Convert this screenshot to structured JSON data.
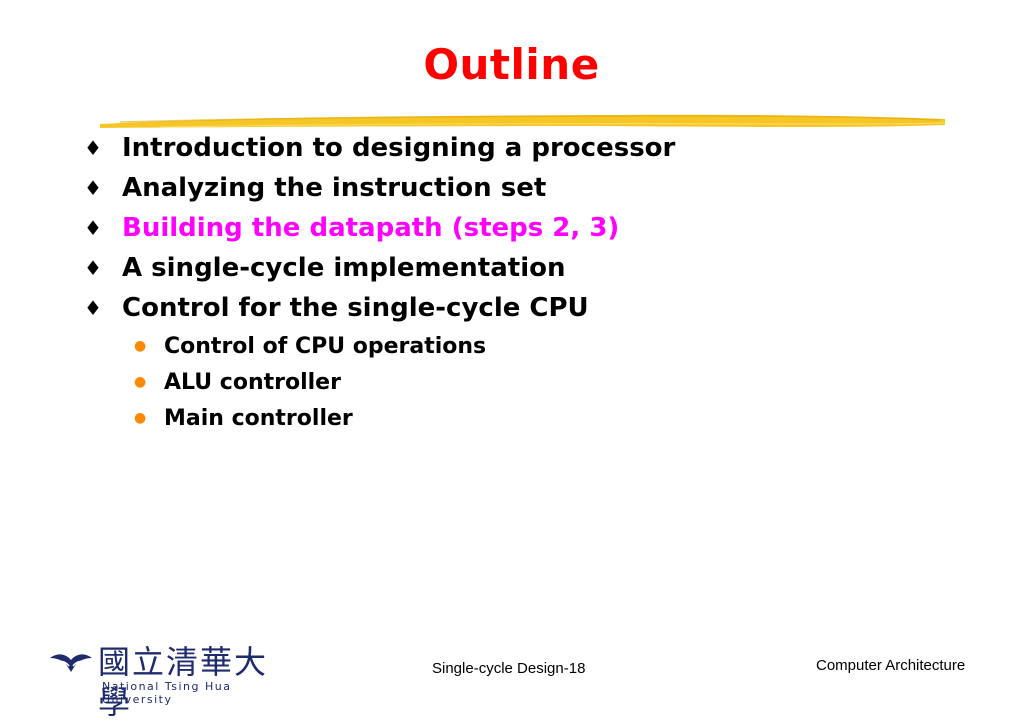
{
  "slide": {
    "title": "Outline",
    "items": [
      {
        "text": "Introduction to designing a processor",
        "highlight": false
      },
      {
        "text": "Analyzing the instruction set",
        "highlight": false
      },
      {
        "text": "Building the datapath (steps 2, 3)",
        "highlight": true
      },
      {
        "text": "A single-cycle implementation",
        "highlight": false
      },
      {
        "text": "Control for the single-cycle CPU",
        "highlight": false
      }
    ],
    "subitems": [
      "Control of CPU operations",
      "ALU controller",
      "Main controller"
    ],
    "bullet_glyph": "♦",
    "subbullet_glyph": "●"
  },
  "footer": {
    "logo_chinese": "國立清華大學",
    "logo_english": "National Tsing Hua University",
    "center_text": "Single-cycle Design-18",
    "right_text": "Computer Architecture"
  },
  "colors": {
    "title": "#ff0000",
    "highlight": "#ff00ff",
    "bar": "#f6c21a",
    "subbullet": "#ff8a00",
    "logo": "#1e2b6f"
  }
}
